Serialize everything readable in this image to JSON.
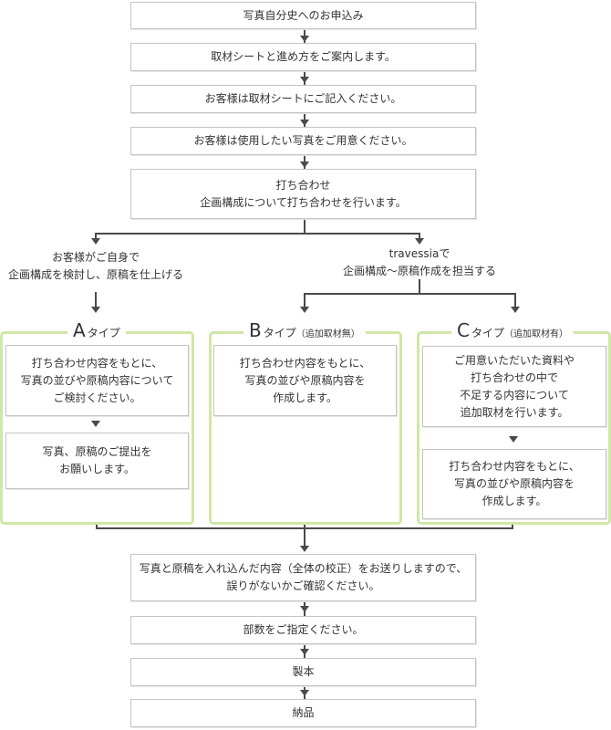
{
  "steps": {
    "s1": {
      "lines": [
        "写真自分史へのお申込み"
      ]
    },
    "s2": {
      "lines": [
        "取材シートと進め方をご案内します。"
      ]
    },
    "s3": {
      "lines": [
        "お客様は取材シートにご記入ください。"
      ]
    },
    "s4": {
      "lines": [
        "お客様は使用したい写真をご用意ください。"
      ]
    },
    "s5": {
      "lines": [
        "打ち合わせ",
        "企画構成について打ち合わせを行います。"
      ]
    },
    "s6": {
      "lines": [
        "写真と原稿を入れ込んだ内容（全体の校正）をお送りしますので、",
        "誤りがないかご確認ください。"
      ]
    },
    "s7": {
      "lines": [
        "部数をご指定ください。"
      ]
    },
    "s8": {
      "lines": [
        "製本"
      ]
    },
    "s9": {
      "lines": [
        "納品"
      ]
    }
  },
  "branches": {
    "left": {
      "lines": [
        "お客様がご自身で",
        "企画構成を検討し、原稿を仕上げる"
      ]
    },
    "right": {
      "lines": [
        "travessiaで",
        "企画構成～原稿作成を担当する"
      ]
    }
  },
  "panels": {
    "a": {
      "letter": "A",
      "type": "タイプ",
      "sub": "",
      "box1": [
        "打ち合わせ内容をもとに、",
        "写真の並びや原稿内容について",
        "ご検討ください。"
      ],
      "box2": [
        "写真、原稿のご提出を",
        "お願いします。"
      ]
    },
    "b": {
      "letter": "B",
      "type": "タイプ",
      "sub": "（追加取材無）",
      "box1": [
        "打ち合わせ内容をもとに、",
        "写真の並びや原稿内容を",
        "作成します。"
      ]
    },
    "c": {
      "letter": "C",
      "type": "タイプ",
      "sub": "（追加取材有）",
      "box1": [
        "ご用意いただいた資料や",
        "打ち合わせの中で",
        "不足する内容について",
        "追加取材を行います。"
      ],
      "box2": [
        "打ち合わせ内容をもとに、",
        "写真の並びや原稿内容を",
        "作成します。"
      ]
    }
  },
  "colors": {
    "panel_border": "#cfe7a6",
    "box_border": "#c4c4c4",
    "connector": "#4a4a4a"
  }
}
